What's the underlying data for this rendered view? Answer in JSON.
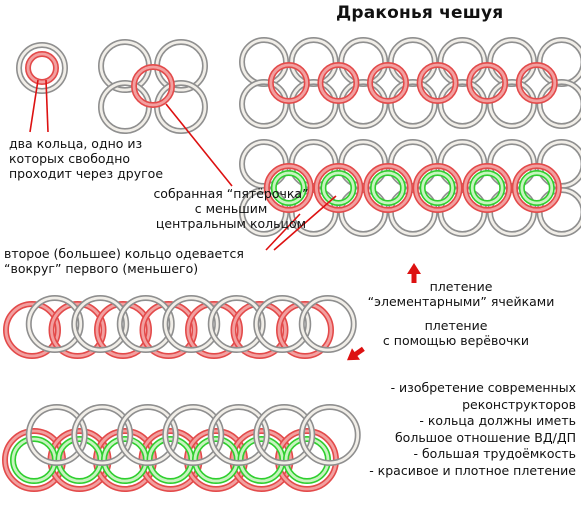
{
  "title": "Драконья чешуя",
  "labels": {
    "two_rings": [
      "два кольца, одно из",
      "которых свободно",
      "проходит через другое"
    ],
    "five": [
      "собранная “пятёрочка”",
      "с меньшим",
      "центральным кольцом"
    ],
    "second_ring": [
      "второе (большее) кольцо одевается",
      "“вокруг” первого (меньшего)"
    ],
    "elementary": [
      "плетение",
      "“элементарными” ячейками"
    ],
    "rope": [
      "плетение",
      "с помощью верёвочки"
    ],
    "notes": [
      "- изобретение современных",
      "реконструкторов",
      "- кольца должны иметь",
      "большое отношение ВД/ДП",
      "- большая трудоёмкость",
      "- красивое и плотное плетение"
    ]
  },
  "colors": {
    "ring_outer": "#8f8f8f",
    "ring_fill": "#f1eee8",
    "red_ring": "#e34a4a",
    "red_fill": "#f2a0a0",
    "green_ring": "#2fcf2f",
    "green_fill": "#c8f4c0",
    "pointer": "#dd1111"
  }
}
